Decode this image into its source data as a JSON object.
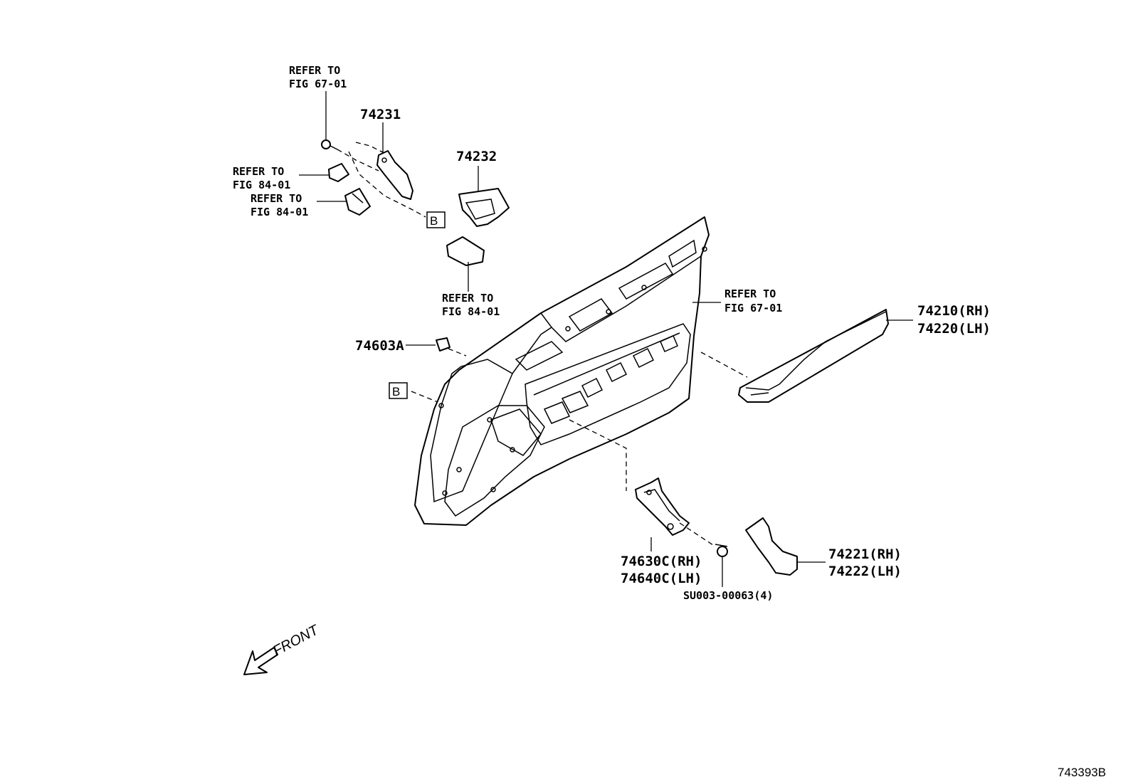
{
  "labels": {
    "refer_67_top": [
      "REFER TO",
      "FIG 67-01"
    ],
    "part_74231": "74231",
    "part_74232": "74232",
    "refer_84_a": [
      "REFER TO",
      "FIG 84-01"
    ],
    "refer_84_b": [
      "REFER TO",
      "FIG 84-01"
    ],
    "refer_84_c": [
      "REFER TO",
      "FIG 84-01"
    ],
    "refer_67_right": [
      "REFER TO",
      "FIG 67-01"
    ],
    "part_74603A": "74603A",
    "part_74210": [
      "74210(RH)",
      "74220(LH)"
    ],
    "part_74630C": [
      "74630C(RH)",
      "74640C(LH)"
    ],
    "part_74221": [
      "74221(RH)",
      "74222(LH)"
    ],
    "part_SU003": "SU003-00063(4)",
    "callout_b": "B",
    "front": "FRONT",
    "figure_ref": "743393B"
  }
}
